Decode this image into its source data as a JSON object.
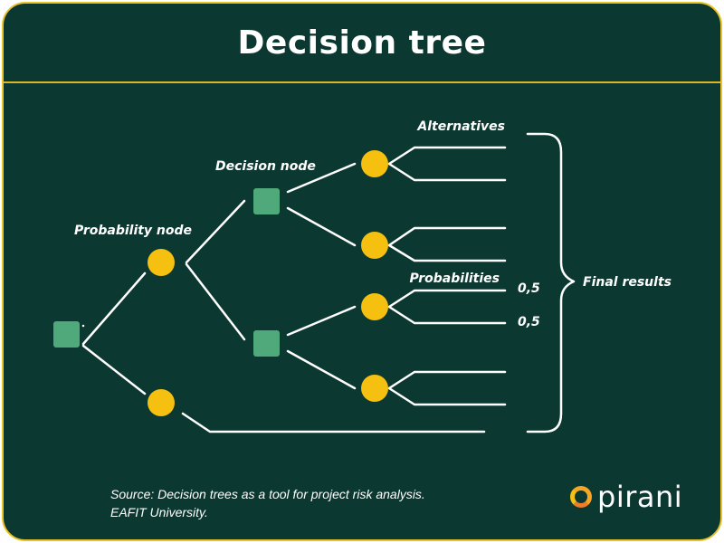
{
  "title": "Decision tree",
  "labels": {
    "alternatives": "Alternatives",
    "decision_node": "Decision node",
    "probability_node": "Probability node",
    "probabilities": "Probabilities",
    "prob_1": "0,5",
    "prob_2": "0,5",
    "final_results": "Final results"
  },
  "source": {
    "line1": "Source: Decision trees as a tool for project risk analysis.",
    "line2": "EAFIT University."
  },
  "logo": "pirani",
  "colors": {
    "background": "#0b3830",
    "border": "#e8c228",
    "decision_node": "#4fa97a",
    "chance_node": "#f5c010",
    "line": "#ffffff"
  }
}
